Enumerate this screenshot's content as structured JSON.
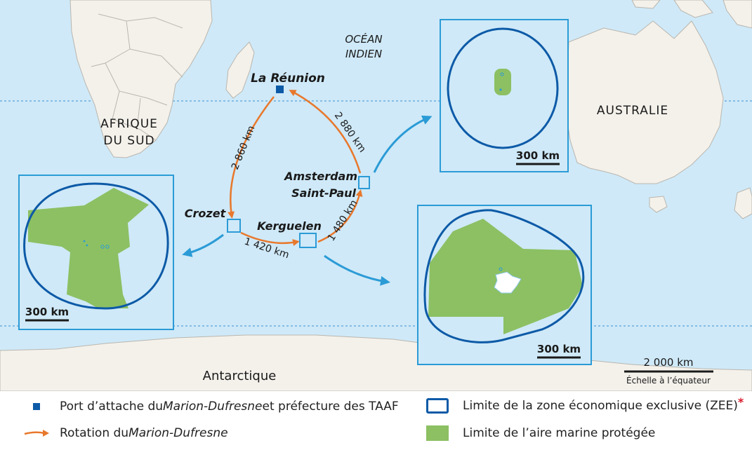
{
  "ocean_label": [
    "OCÉAN",
    "INDIEN"
  ],
  "region_labels": {
    "south_africa": [
      "AFRIQUE",
      "DU SUD"
    ],
    "australia": "AUSTRALIE",
    "antarctica": "Antarctique"
  },
  "places": {
    "reunion": "La Réunion",
    "amsterdam": [
      "Amsterdam",
      "Saint-Paul"
    ],
    "crozet": "Crozet",
    "kerguelen": "Kerguelen"
  },
  "routes": {
    "reunion_crozet": "2 860 km",
    "amsterdam_reunion": "2 880 km",
    "crozet_kerguelen": "1 420 km",
    "kerguelen_amsterdam": "1 480 km"
  },
  "insets": {
    "amsterdam_scale": "300 km",
    "crozet_scale": "300 km",
    "kerguelen_scale": "300 km"
  },
  "scale": {
    "value": "2 000 km",
    "caption": "Échelle à l’équateur"
  },
  "legend": {
    "port": {
      "before": "Port d’attache du ",
      "italic": "Marion-Dufresne",
      "after": " et préfecture des TAAF"
    },
    "rotation": {
      "before": "Rotation du ",
      "italic": "Marion-Dufresne"
    },
    "zee": {
      "text": "Limite de la zone économique exclusive (ZEE)",
      "mark": "*"
    },
    "amp": "Limite de l’aire marine protégée"
  },
  "colors": {
    "ocean": "#cfe9f8",
    "land": "#f4f1eb",
    "zee_line": "#0d5aa7",
    "protected_area": "#8cc063",
    "route": "#e8782c",
    "arrow_blue": "#2b9bd6",
    "reunion_marker": "#0d5aa7"
  }
}
